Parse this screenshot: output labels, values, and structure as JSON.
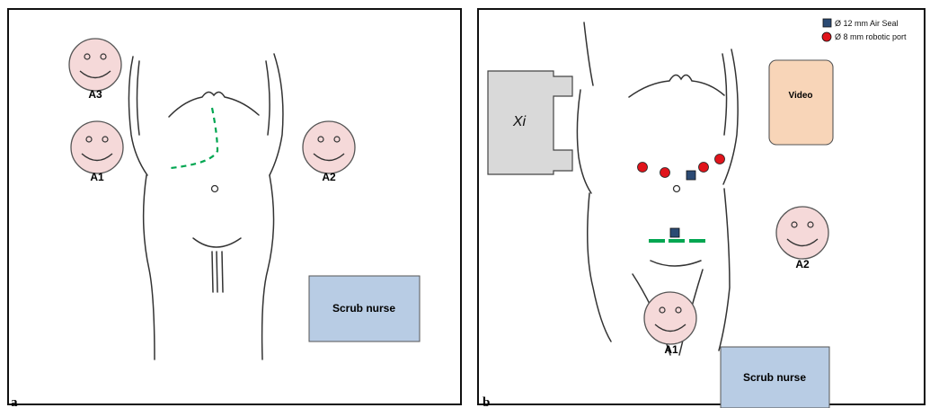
{
  "panel_a": {
    "label": "a",
    "assistants": {
      "a3": "A3",
      "a1": "A1",
      "a2": "A2"
    },
    "scrub_nurse": "Scrub nurse"
  },
  "panel_b": {
    "label": "b",
    "robot": "Xi",
    "video": "Video",
    "assistants": {
      "a1": "A1",
      "a2": "A2"
    },
    "scrub_nurse": "Scrub nurse",
    "legend": [
      {
        "symbol": "square",
        "text": "Ø 12 mm Air Seal",
        "color": "#2b4a73"
      },
      {
        "symbol": "circle",
        "text": "Ø 8 mm robotic port",
        "color": "#e0141b"
      }
    ]
  },
  "colors": {
    "face": "#f5d9d9",
    "nurse_box": "#b8cce4",
    "video_box": "#f8d5b8",
    "robot_box": "#d9d9d9",
    "incision": "#00a651",
    "air_seal": "#2b4a73",
    "robotic_port": "#e0141b"
  }
}
